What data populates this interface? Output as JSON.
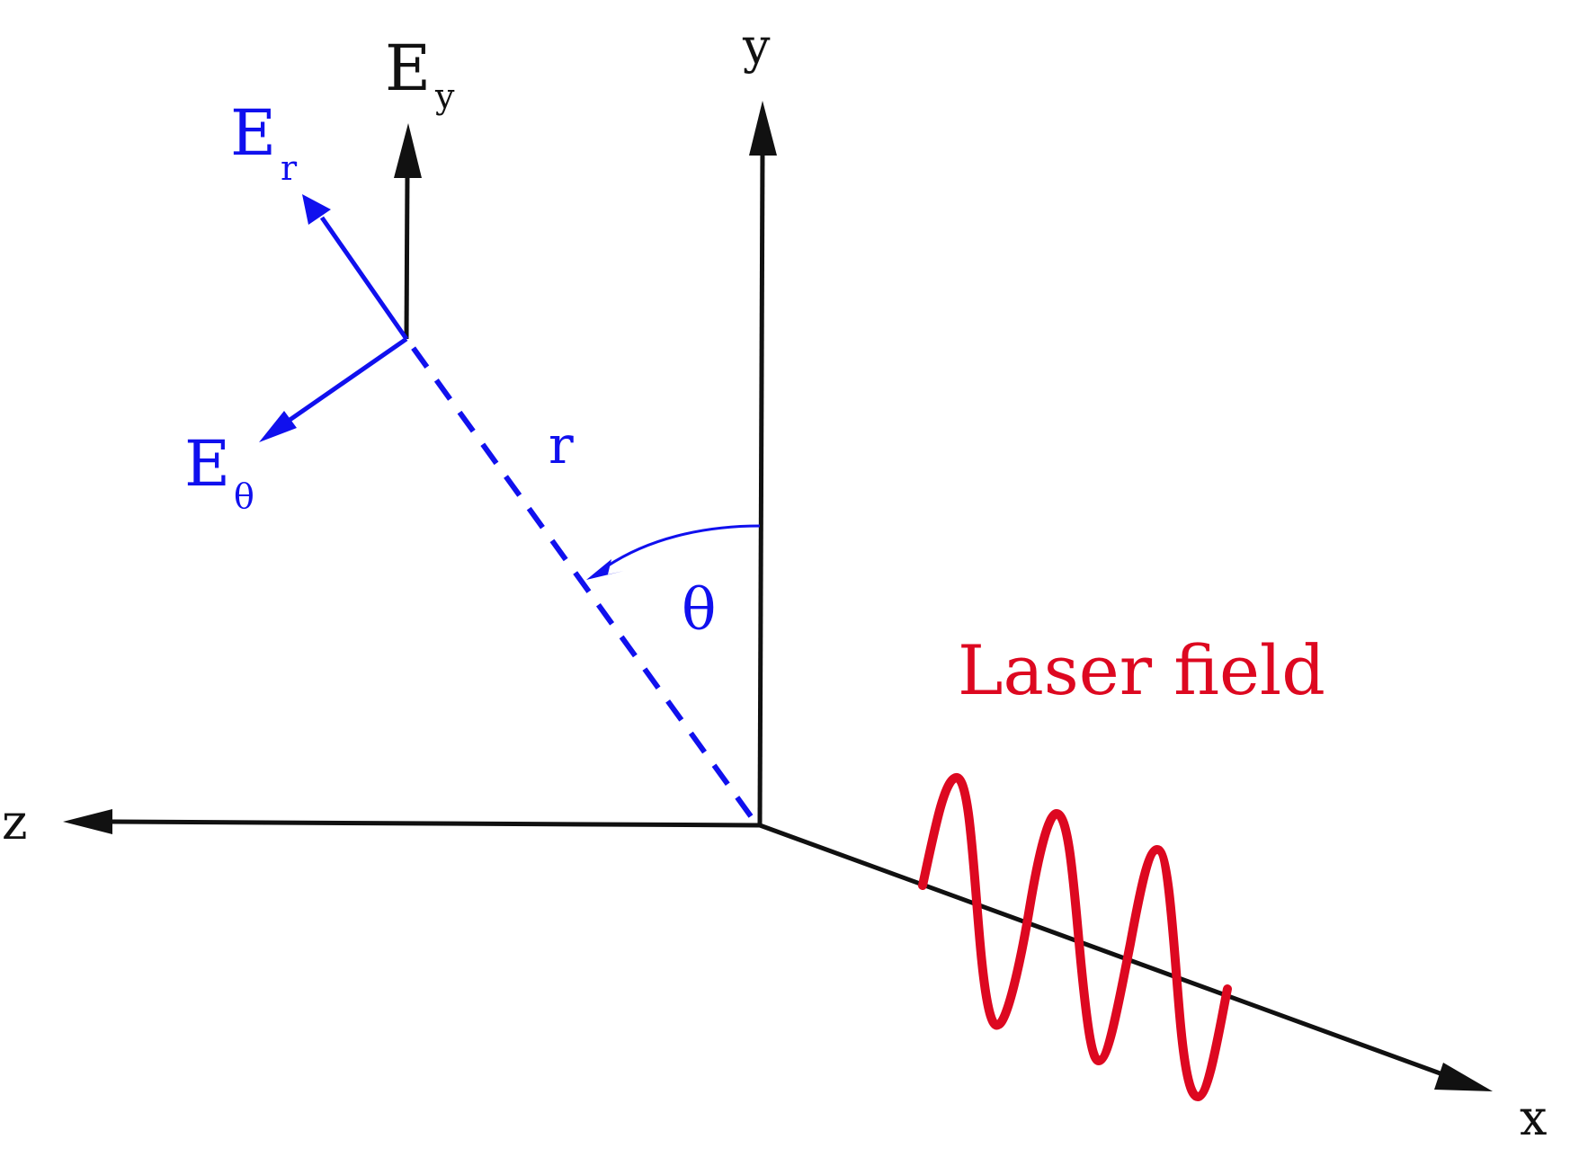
{
  "axes": {
    "x_label": "x",
    "y_label": "y",
    "z_label": "z"
  },
  "field_vectors": {
    "ey_main": "E",
    "ey_sub": "y",
    "er_main": "E",
    "er_sub": "r",
    "etheta_main": "E",
    "etheta_sub": "θ"
  },
  "radius_label": "r",
  "angle_label": "θ",
  "laser_label": "Laser field",
  "colors": {
    "axes": "#111111",
    "vectors": "#1010ee",
    "laser": "#dd0820"
  }
}
